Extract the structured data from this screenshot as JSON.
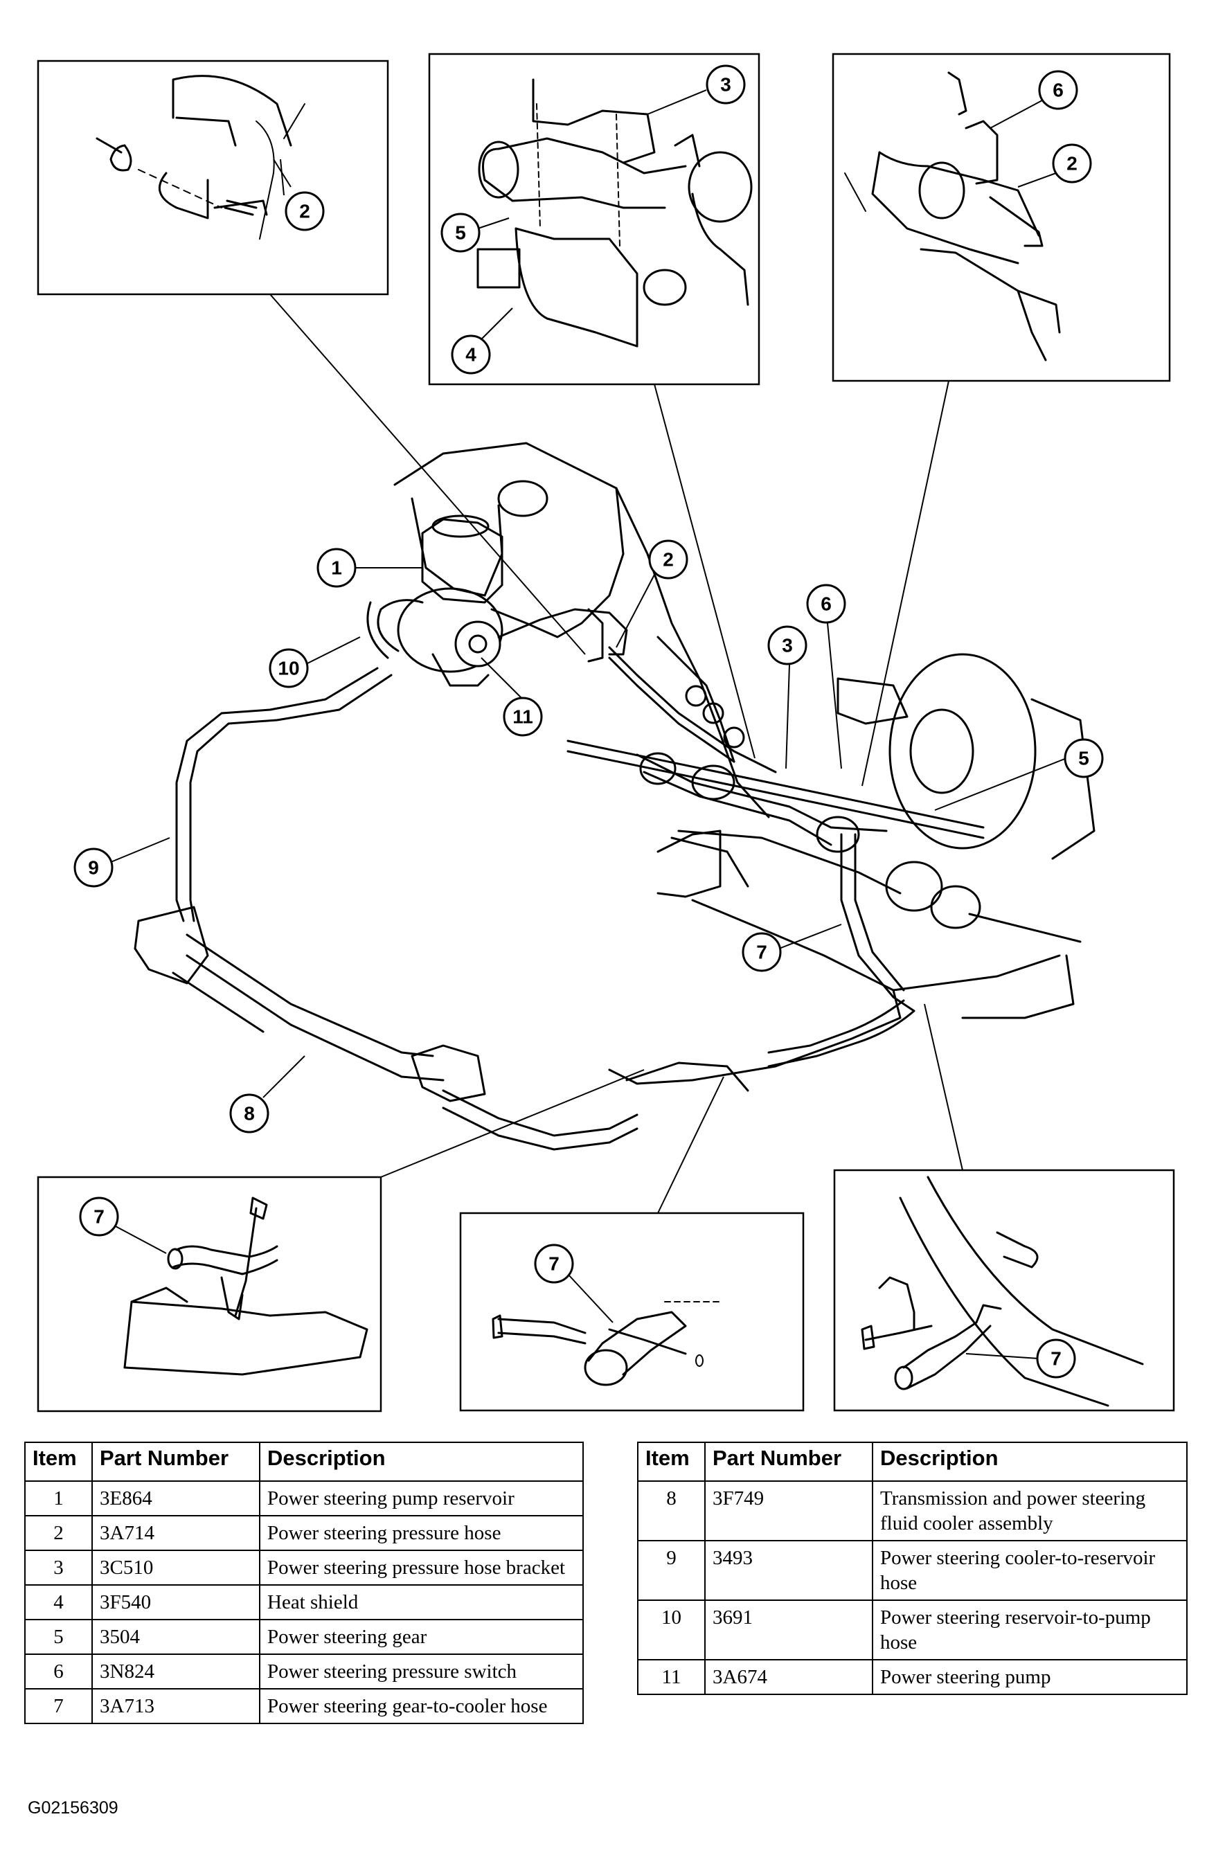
{
  "callouts": {
    "d1": "2",
    "d2_top": "3",
    "d2_left": "5",
    "d2_bottom": "4",
    "d3_top": "6",
    "d3_right": "2",
    "m1": "1",
    "m2": "2",
    "m6": "6",
    "m3": "3",
    "m5": "5",
    "m10": "10",
    "m11": "11",
    "m9": "9",
    "m7": "7",
    "m8": "8",
    "b1": "7",
    "b2": "7",
    "b3": "7"
  },
  "table_headers": {
    "item": "Item",
    "part_number": "Part Number",
    "description": "Description"
  },
  "parts_left": [
    {
      "item": "1",
      "part": "3E864",
      "desc": "Power steering pump reservoir"
    },
    {
      "item": "2",
      "part": "3A714",
      "desc": "Power steering pressure hose"
    },
    {
      "item": "3",
      "part": "3C510",
      "desc": "Power steering pressure hose bracket"
    },
    {
      "item": "4",
      "part": "3F540",
      "desc": "Heat shield"
    },
    {
      "item": "5",
      "part": "3504",
      "desc": "Power steering gear"
    },
    {
      "item": "6",
      "part": "3N824",
      "desc": "Power steering pressure switch"
    },
    {
      "item": "7",
      "part": "3A713",
      "desc": "Power steering gear-to-cooler hose"
    }
  ],
  "parts_right": [
    {
      "item": "8",
      "part": "3F749",
      "desc": "Transmission and power steering fluid cooler assembly"
    },
    {
      "item": "9",
      "part": "3493",
      "desc": "Power steering cooler-to-reservoir hose"
    },
    {
      "item": "10",
      "part": "3691",
      "desc": "Power steering reservoir-to-pump hose"
    },
    {
      "item": "11",
      "part": "3A674",
      "desc": "Power steering pump"
    }
  ],
  "figure_id": "G02156309"
}
